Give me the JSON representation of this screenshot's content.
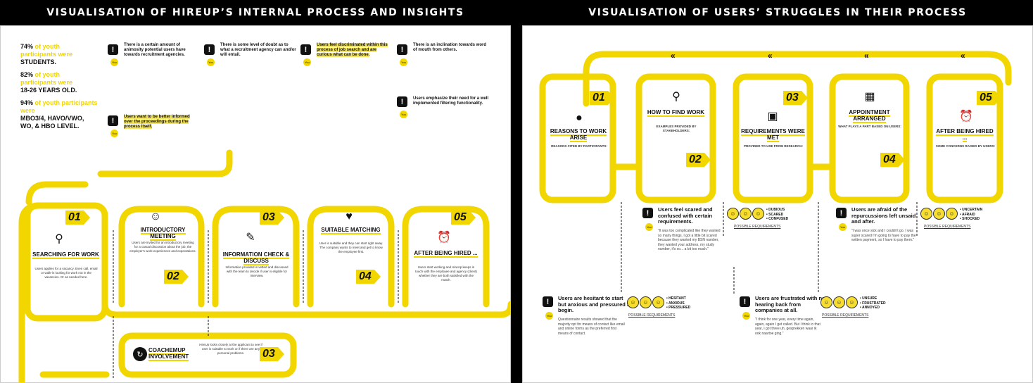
{
  "left": {
    "banner": "VISUALISATION OF HIREUP’S INTERNAL PROCESS AND INSIGHTS",
    "stats": [
      {
        "num": "74%",
        "rest": "of youth participants were",
        "value": "STUDENTS."
      },
      {
        "num": "82%",
        "rest": "of youth participants were",
        "value": "18-26 YEARS OLD."
      },
      {
        "num": "94%",
        "rest": "of youth participants were",
        "value": "MBO3/4, HAVO/VWO, WO, & HBO LEVEL."
      }
    ],
    "insights": [
      {
        "title": "There is a certain amount of animosity potential users have towards recruitment agencies."
      },
      {
        "title": "There is some level of doubt as to what a recruitment agency can and/or will entail."
      },
      {
        "title": "Users feel discriminated within this process of job search and are curious what can be done."
      },
      {
        "title": "There is an inclination towards word of mouth from others."
      },
      {
        "title": "Users want to be better informed over the proceedings during the process itself."
      },
      {
        "title": "Users emphasize their need for a well implemented filtering functionality."
      }
    ],
    "steps": [
      {
        "num": "01",
        "title": "SEARCHING FOR WORK",
        "text": "Users applies for a vacancy. Even call, email or walk-in looking for work not in the vacancies. Or as needed here."
      },
      {
        "num": "02",
        "title": "INTRODUCTORY MEETING",
        "text": "Users are invited for an introductory meeting for a casual discussion about the job, the employer's work experiences and expectations."
      },
      {
        "num": "03",
        "title": "INFORMATION CHECK & DISCUSS",
        "text": "Information provided is vetted and discussed with the team to decide if user is eligible for interview."
      },
      {
        "num": "04",
        "title": "SUITABLE MATCHING",
        "text": "User is suitable and they can start right away. The company wants to meet and get to know the employee first."
      },
      {
        "num": "05",
        "title": "AFTER BEING HIRED ...",
        "text": "Users start working and HireUp keeps in touch with the employee and agency (client) whether they are both satisfied with the match."
      },
      {
        "num": "03",
        "title": "COACHEMUP INVOLVEMENT",
        "text": "HireUp looks closely at the applicant to see if user is suitable to work or if there are any personal problems."
      }
    ]
  },
  "right": {
    "banner": "VISUALISATION OF USERS’ STRUGGLES IN THEIR PROCESS",
    "steps": [
      {
        "num": "01",
        "title": "REASONS TO WORK ARISE",
        "sub": "REASONS CITED BY PARTICIPANTS:"
      },
      {
        "num": "02",
        "title": "HOW TO FIND WORK",
        "sub": "EXAMPLES PROVIDED BY STAKEHOLDERS:"
      },
      {
        "num": "03",
        "title": "REQUIREMENTS WERE MET",
        "sub": "PROVIDED TO USE FROM RESEARCH:"
      },
      {
        "num": "04",
        "title": "APPOINTMENT ARRANGED",
        "sub": "WHAT PLAYS A PART BASED ON USERS:"
      },
      {
        "num": "05",
        "title": "AFTER BEING HIRED ...",
        "sub": "SOME CONCERNS RAISED BY USERS:"
      }
    ],
    "struggles": [
      {
        "title": "Users feel scared and confused with certain requirements.",
        "emotions": [
          "• DUBIOUS",
          "• SCARED",
          "• CONFUSED"
        ],
        "quote": "\"It was too complicated like they wanted so many things. I got a little bit scared because they wanted my BSN number, they wanted your address, my study number, it's so... a bit too much.\""
      },
      {
        "title": "Users are afraid of the repurcussions left unsaid and after.",
        "emotions": [
          "• UNCERTAIN",
          "• AFRAID",
          "• SHOCKED"
        ],
        "quote": "\"I was once sick and I couldn't go. I was super scared I'm going to have to pay the written payment, so I have to pay them.\""
      },
      {
        "title": "Users are hesitant to start but anxious and pressured to begin.",
        "emotions": [
          "• HESITANT",
          "• ANXIOUS",
          "• PRESSURED"
        ],
        "quote": "Questionnaire results showed that the majority opt for means of contact like email and online forms as the preferred first means of contact."
      },
      {
        "title": "Users are frustrated with not hearing back from companies at all.",
        "emotions": [
          "• UNSURE",
          "• FRUSTRATED",
          "• ANNOYED"
        ],
        "quote": "\"I think for one year, every time again, again, again I get called. But I think in that year, I got three uh, gesprekken waar ik ook naartoe ging.\""
      }
    ],
    "possible_label": "POSSIBLE REQUIREMENTS"
  }
}
